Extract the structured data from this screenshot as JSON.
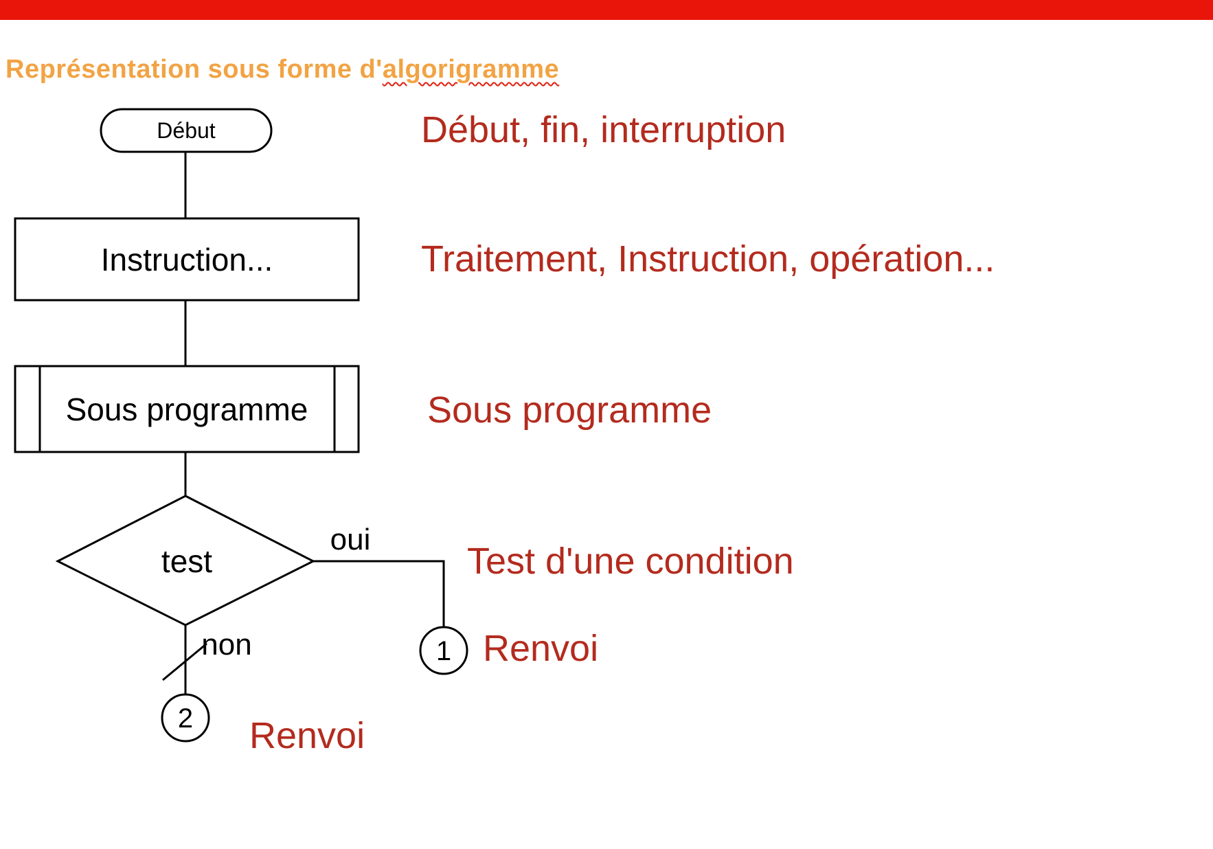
{
  "top_bar": {
    "color": "#ea150a"
  },
  "heading": {
    "prefix": "Représentation sous forme d'",
    "underlined": "algorigramme",
    "color": "#f2a344"
  },
  "flowchart": {
    "start": "Début",
    "instruction": "Instruction...",
    "subprogram": "Sous programme",
    "test": "test",
    "branch_yes": "oui",
    "branch_no": "non",
    "connector_1": "1",
    "connector_2": "2"
  },
  "annotations": {
    "color": "#b32b1e",
    "start_fin": "Début, fin, interruption",
    "traitement": "Traitement, Instruction, opération...",
    "sous_programme": "Sous programme",
    "test_condition": "Test d'une condition",
    "renvoi_1": "Renvoi",
    "renvoi_2": "Renvoi"
  }
}
